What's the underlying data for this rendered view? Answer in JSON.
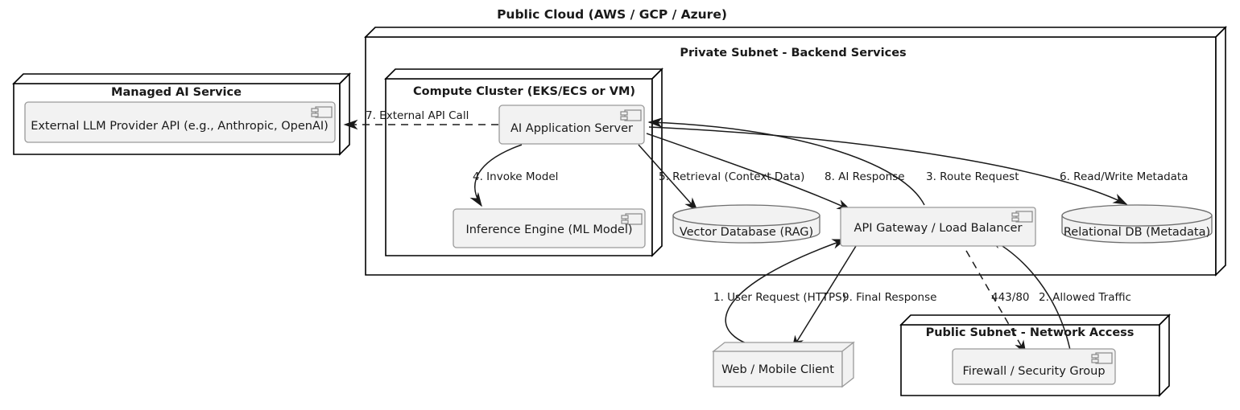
{
  "diagram": {
    "title": "Public Cloud (AWS / GCP / Azure)",
    "type": "uml-deployment-diagram"
  },
  "nodes": {
    "managed_ai_service": {
      "label": "Managed AI Service"
    },
    "private_subnet": {
      "label": "Private Subnet - Backend Services"
    },
    "compute_cluster": {
      "label": "Compute Cluster (EKS/ECS or VM)"
    },
    "public_subnet": {
      "label": "Public Subnet - Network Access"
    },
    "web_mobile_client": {
      "label": "Web / Mobile Client"
    }
  },
  "components": {
    "external_llm": {
      "label": "External LLM Provider API (e.g., Anthropic, OpenAI)"
    },
    "ai_app_server": {
      "label": "AI Application Server"
    },
    "inference_engine": {
      "label": "Inference Engine (ML Model)"
    },
    "api_gateway": {
      "label": "API Gateway / Load Balancer"
    },
    "firewall": {
      "label": "Firewall / Security Group"
    }
  },
  "databases": {
    "vector_db": {
      "label": "Vector Database (RAG)"
    },
    "relational_db": {
      "label": "Relational DB (Metadata)"
    }
  },
  "edges": [
    {
      "id": "e1",
      "label": "1. User Request (HTTPS)",
      "style": "solid"
    },
    {
      "id": "e2",
      "label": "2. Allowed Traffic",
      "style": "solid"
    },
    {
      "id": "e3",
      "label": "3. Route Request",
      "style": "solid"
    },
    {
      "id": "e4",
      "label": "4. Invoke Model",
      "style": "solid"
    },
    {
      "id": "e5",
      "label": "5. Retrieval (Context Data)",
      "style": "solid"
    },
    {
      "id": "e6",
      "label": "6. Read/Write Metadata",
      "style": "solid"
    },
    {
      "id": "e7",
      "label": "7. External API Call",
      "style": "dashed"
    },
    {
      "id": "e8",
      "label": "8. AI Response",
      "style": "solid"
    },
    {
      "id": "e9",
      "label": "9. Final Response",
      "style": "solid"
    },
    {
      "id": "e10",
      "label": "443/80",
      "style": "dashed"
    }
  ],
  "colors": {
    "node_fill": "#ffffff",
    "component_fill": "#f2f2f2",
    "stroke": "#000000",
    "text": "#1a1a1a"
  }
}
